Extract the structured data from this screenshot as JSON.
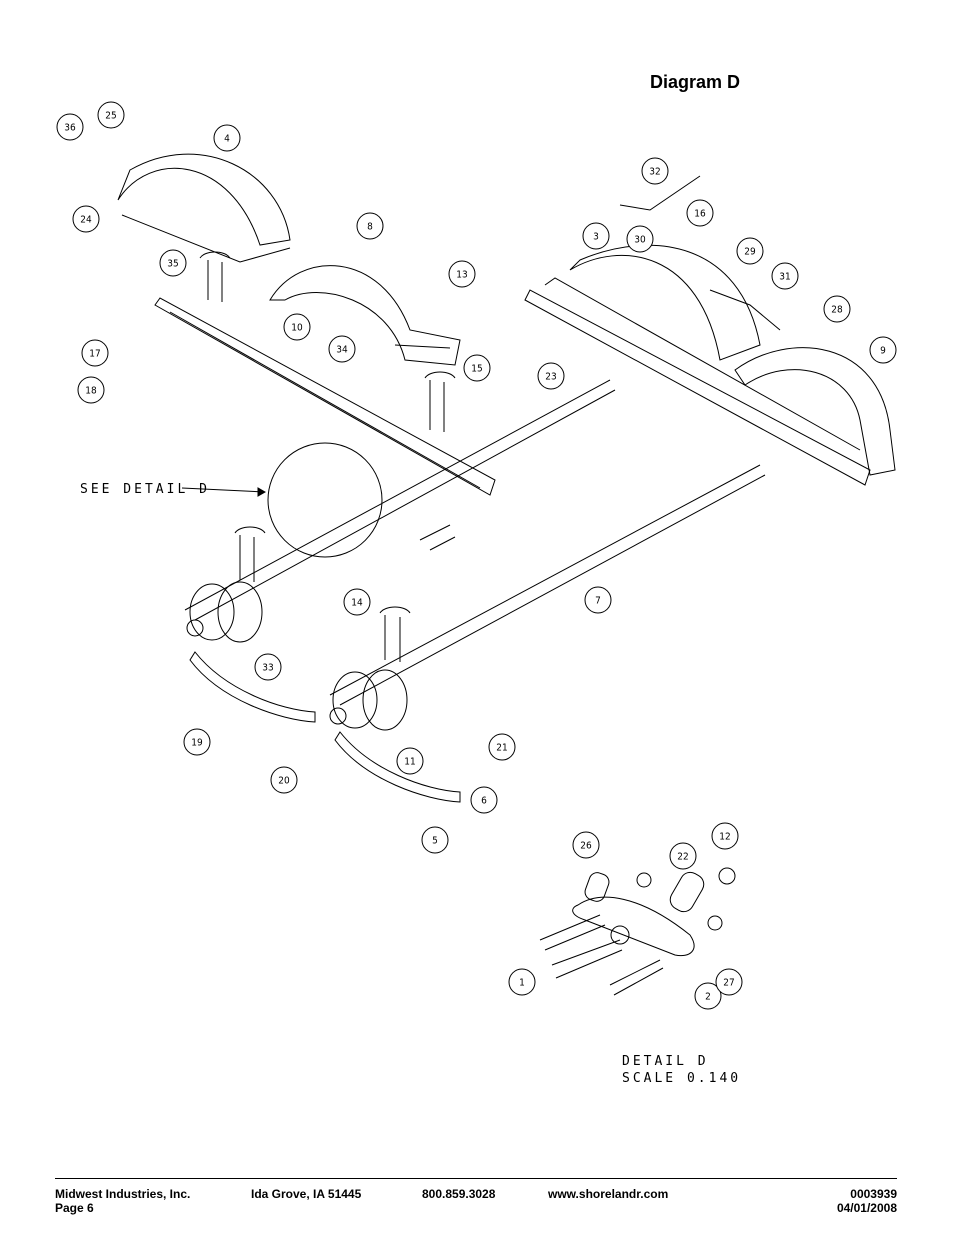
{
  "title": "Diagram D",
  "detail_label": "SEE DETAIL D",
  "detail_caption": [
    "DETAIL D",
    "SCALE 0.140"
  ],
  "callouts": [
    "36",
    "25",
    "4",
    "24",
    "35",
    "8",
    "13",
    "10",
    "34",
    "17",
    "18",
    "15",
    "23",
    "3",
    "32",
    "16",
    "30",
    "29",
    "31",
    "28",
    "9",
    "7",
    "14",
    "33",
    "19",
    "20",
    "11",
    "21",
    "6",
    "5",
    "26",
    "22",
    "12",
    "1",
    "2",
    "27"
  ],
  "footer": {
    "company": "Midwest Industries, Inc.",
    "page": "Page 6",
    "city": "Ida Grove, IA  51445",
    "phone": "800.859.3028",
    "web": "www.shorelandr.com",
    "doc_number": "0003939",
    "date": "04/01/2008"
  }
}
